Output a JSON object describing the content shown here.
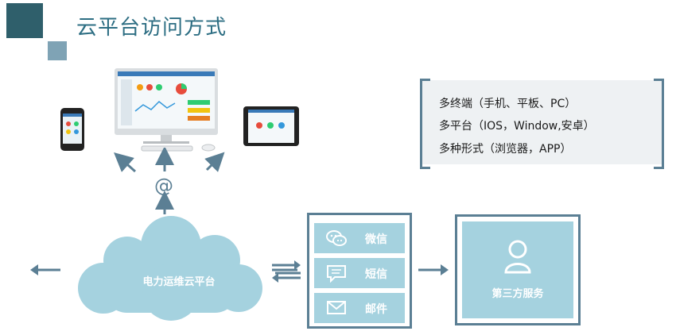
{
  "title": "云平台访问方式",
  "info": {
    "lines": [
      "多终端（手机、平板、PC）",
      "多平台（IOS，Window,安卓）",
      "多种形式（浏览器，APP）"
    ]
  },
  "cloud": {
    "label": "电力运维云平台"
  },
  "at_symbol": "@",
  "channels": [
    {
      "label": "微信",
      "icon": "wechat-icon"
    },
    {
      "label": "短信",
      "icon": "sms-icon"
    },
    {
      "label": "邮件",
      "icon": "mail-icon"
    }
  ],
  "third_party": {
    "label": "第三方服务",
    "icon": "user-icon"
  },
  "colors": {
    "primary": "#2d6e83",
    "accent": "#5b7f94",
    "light": "#a5d2df",
    "dark_square": "#2f5f6b"
  }
}
